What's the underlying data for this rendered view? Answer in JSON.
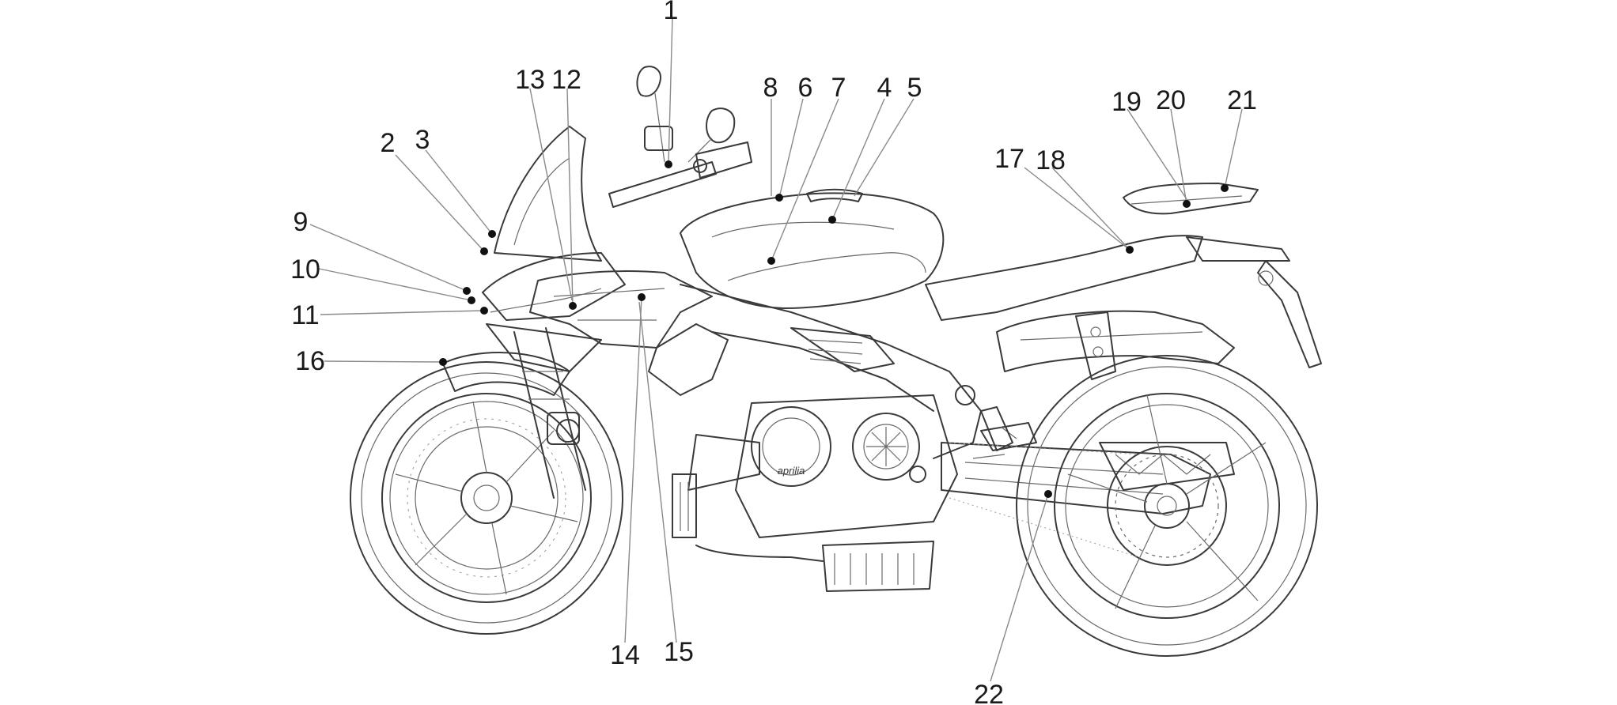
{
  "diagram": {
    "brand_mark": "aprilia",
    "callouts": [
      {
        "id": "c1",
        "label": "1"
      },
      {
        "id": "c2",
        "label": "2"
      },
      {
        "id": "c3",
        "label": "3"
      },
      {
        "id": "c4",
        "label": "4"
      },
      {
        "id": "c5",
        "label": "5"
      },
      {
        "id": "c6",
        "label": "6"
      },
      {
        "id": "c7",
        "label": "7"
      },
      {
        "id": "c8",
        "label": "8"
      },
      {
        "id": "c9",
        "label": "9"
      },
      {
        "id": "c10",
        "label": "10"
      },
      {
        "id": "c11",
        "label": "11"
      },
      {
        "id": "c12",
        "label": "12"
      },
      {
        "id": "c13",
        "label": "13"
      },
      {
        "id": "c14",
        "label": "14"
      },
      {
        "id": "c15",
        "label": "15"
      },
      {
        "id": "c16",
        "label": "16"
      },
      {
        "id": "c17",
        "label": "17"
      },
      {
        "id": "c18",
        "label": "18"
      },
      {
        "id": "c19",
        "label": "19"
      },
      {
        "id": "c20",
        "label": "20"
      },
      {
        "id": "c21",
        "label": "21"
      },
      {
        "id": "c22",
        "label": "22"
      }
    ]
  }
}
